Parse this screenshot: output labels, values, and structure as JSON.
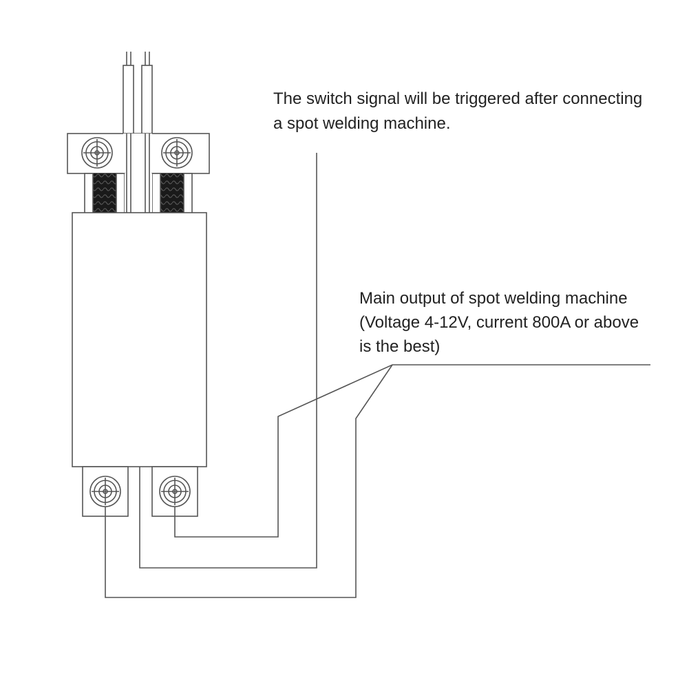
{
  "annotations": {
    "switch_signal": {
      "lines": [
        "The switch signal will be triggered after connecting",
        "a spot welding machine."
      ]
    },
    "main_output": {
      "lines": [
        "Main output of spot welding machine",
        "(Voltage 4-12V, current 800A or above",
        "is the best)"
      ]
    }
  },
  "colors": {
    "stroke": "#555555",
    "coil": "#1a1a1a",
    "text": "#222222",
    "background": "#ffffff"
  }
}
